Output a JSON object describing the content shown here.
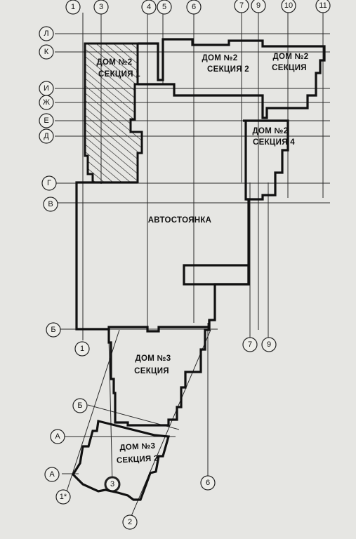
{
  "axes_top": [
    "1",
    "3",
    "4",
    "5",
    "6",
    "7",
    "9",
    "10",
    "11"
  ],
  "axes_left": [
    "Л",
    "К",
    "И",
    "Ж",
    "Е",
    "Д",
    "Г",
    "В",
    "Б",
    "Б",
    "А",
    "А"
  ],
  "axes_bottom": [
    "1",
    "7",
    "9",
    "3",
    "6",
    "1*",
    "2"
  ],
  "labels": {
    "house2_sec1_l1": "ДОМ №2",
    "house2_sec1_l2": "СЕКЦИЯ 1",
    "house2_sec2_l1": "ДОМ №2",
    "house2_sec2_l2": "СЕКЦИЯ 2",
    "house2_sec3_l1": "ДОМ №2",
    "house2_sec3_l2": "СЕКЦИЯ",
    "house2_sec4_l1": "ДОМ №2",
    "house2_sec4_l2": "СЕКЦИЯ 4",
    "parking": "АВТОСТОЯНКА",
    "house3_l1": "ДОМ №3",
    "house3_l2": "СЕКЦИЯ",
    "house3_sec2_l1": "ДОМ №3",
    "house3_sec2_l2": "СЕКЦИЯ 2"
  },
  "colors": {
    "background": "#e6e6e3",
    "lines": "#111111",
    "hatch": "#222222"
  }
}
